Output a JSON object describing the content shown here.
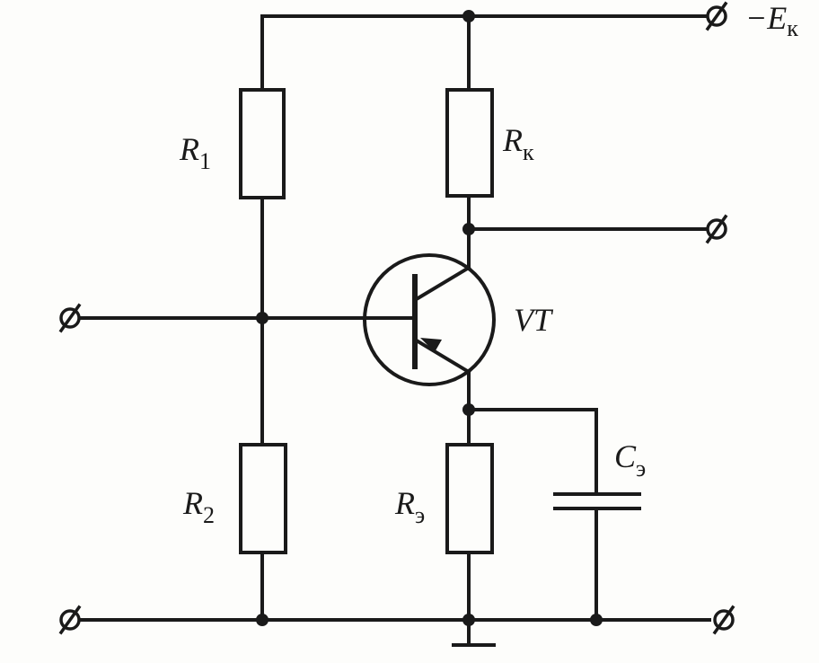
{
  "labels": {
    "supply_prefix": "−E",
    "supply_sub": "к",
    "r1_main": "R",
    "r1_sub": "1",
    "r2_main": "R",
    "r2_sub": "2",
    "rk_main": "R",
    "rk_sub": "к",
    "re_main": "R",
    "re_sub": "э",
    "ce_main": "C",
    "ce_sub": "э",
    "transistor": "VT"
  }
}
